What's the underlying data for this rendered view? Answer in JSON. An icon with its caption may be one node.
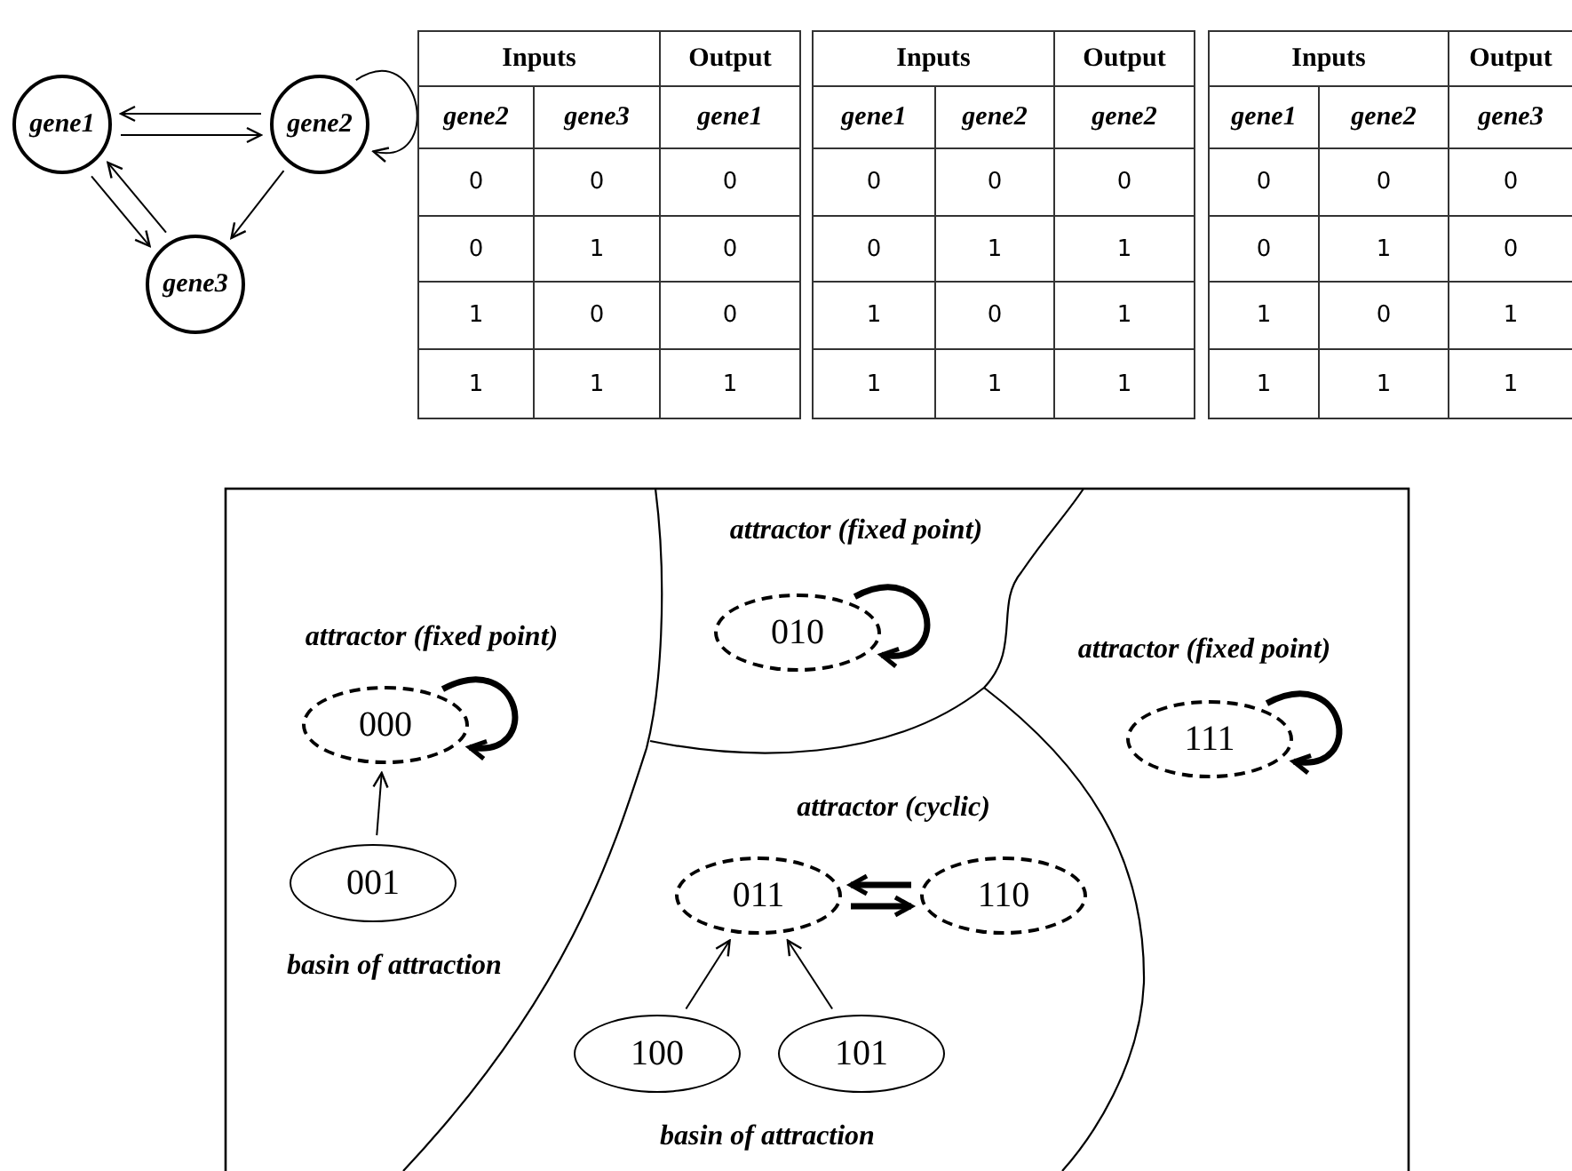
{
  "diagram": {
    "nodes": [
      {
        "text": [
          "gene1"
        ]
      },
      {
        "text": [
          "gene2"
        ]
      },
      {
        "text": [
          "gene3"
        ]
      },
      {
        "text": [
          "010"
        ],
        "beside": [
          "attractor (fixed point)"
        ]
      },
      {
        "text": [
          "000"
        ],
        "beside": [
          "attractor (fixed point)"
        ]
      },
      {
        "text": [
          "111"
        ],
        "beside": [
          "attractor (fixed point)"
        ]
      },
      {
        "text": [
          "001"
        ],
        "beside": [
          "basin of attraction"
        ]
      },
      {
        "text": [
          "011"
        ]
      },
      {
        "text": [
          "110"
        ]
      },
      {
        "text": [
          "100"
        ]
      },
      {
        "text": [
          "101"
        ]
      }
    ],
    "edges": [
      {
        "from": 1,
        "to": 0,
        "arrow": "to"
      },
      {
        "from": 0,
        "to": 1,
        "arrow": "to"
      },
      {
        "from": 1,
        "to": 1,
        "arrow": "to"
      },
      {
        "from": 1,
        "to": 2,
        "arrow": "to"
      },
      {
        "from": 0,
        "to": 2,
        "arrow": "to"
      },
      {
        "from": 2,
        "to": 0,
        "arrow": "to"
      },
      {
        "from": 3,
        "to": 3,
        "arrow": "to",
        "style": "thick"
      },
      {
        "from": 4,
        "to": 4,
        "arrow": "to",
        "style": "thick"
      },
      {
        "from": 5,
        "to": 5,
        "arrow": "to",
        "style": "thick"
      },
      {
        "from": 6,
        "to": 4,
        "arrow": "to"
      },
      {
        "from": 8,
        "to": 7,
        "arrow": "to",
        "style": "thick"
      },
      {
        "from": 7,
        "to": 8,
        "arrow": "to",
        "style": "thick"
      },
      {
        "from": 9,
        "to": 7,
        "arrow": "to"
      },
      {
        "from": 10,
        "to": 7,
        "arrow": "to"
      }
    ],
    "labels": [
      "Inputs",
      "Output",
      "gene2",
      "gene3",
      "gene1",
      "0",
      "0",
      "0",
      "0",
      "1",
      "0",
      "1",
      "0",
      "0",
      "1",
      "1",
      "1",
      "Inputs",
      "Output",
      "gene1",
      "gene2",
      "gene2",
      "0",
      "0",
      "0",
      "0",
      "1",
      "1",
      "1",
      "0",
      "1",
      "1",
      "1",
      "1",
      "Inputs",
      "Output",
      "gene1",
      "gene2",
      "gene3",
      "0",
      "0",
      "0",
      "0",
      "1",
      "0",
      "1",
      "0",
      "1",
      "1",
      "1",
      "1",
      "attractor (cyclic)",
      "basin of attraction"
    ]
  }
}
